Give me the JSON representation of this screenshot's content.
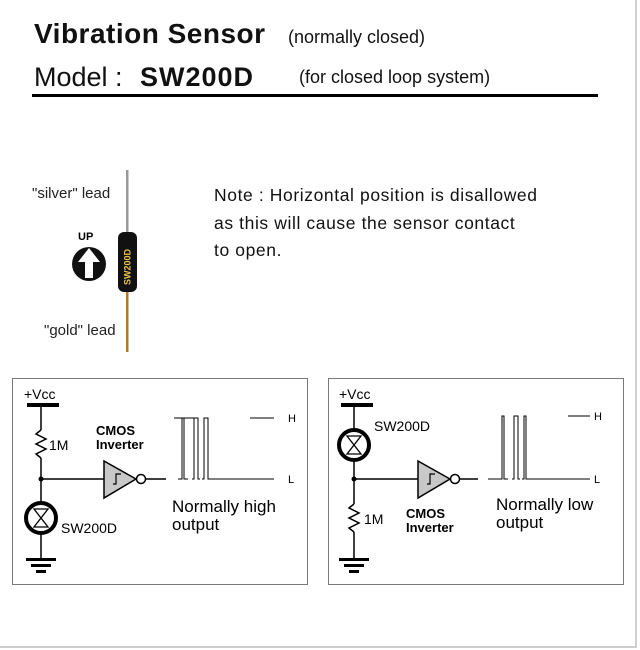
{
  "header": {
    "title": "Vibration Sensor",
    "subtitle": "(normally closed)",
    "model_label": "Model :",
    "model_name": "SW200D",
    "model_note": "(for closed loop system)"
  },
  "sensor": {
    "silver_lead": "\"silver\" lead",
    "gold_lead": "\"gold\" lead",
    "up_label": "UP",
    "body_text": "SW200D"
  },
  "note": {
    "line1": "Note : Horizontal position is disallowed",
    "line2": "as this will cause  the sensor contact",
    "line3": "to open."
  },
  "circuit_left": {
    "supply": "+Vcc",
    "resistor": "1M",
    "sensor": "SW200D",
    "inverter_line1": "CMOS",
    "inverter_line2": "Inverter",
    "high": "H",
    "low": "L",
    "output_line1": "Normally high",
    "output_line2": "output"
  },
  "circuit_right": {
    "supply": "+Vcc",
    "resistor": "1M",
    "sensor": "SW200D",
    "inverter_line1": "CMOS",
    "inverter_line2": "Inverter",
    "high": "H",
    "low": "L",
    "output_line1": "Normally low",
    "output_line2": "output"
  }
}
